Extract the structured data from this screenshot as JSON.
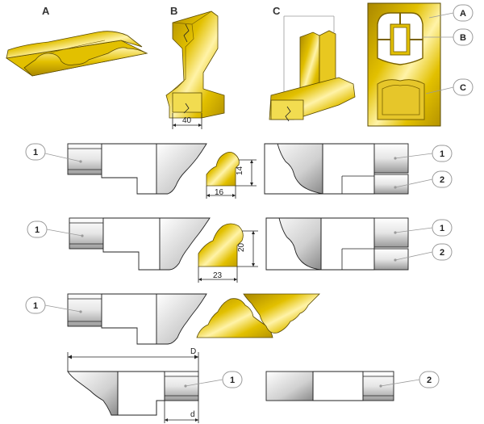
{
  "colors": {
    "wood": "#e2c000",
    "wood_light": "#fff3a8",
    "wood_dark": "#a98700",
    "grey": "#c8c8c8",
    "grey_dark": "#7f7f7f",
    "line": "#222222",
    "leader": "#9a9a9a"
  },
  "top_row": {
    "label_a": "A",
    "label_b": "B",
    "label_c": "C"
  },
  "door": {
    "callout_a": "A",
    "callout_b": "B",
    "callout_c": "C"
  },
  "row1": {
    "left_callout": "1",
    "right_callout_1": "1",
    "right_callout_2": "2",
    "profile_height": "14",
    "profile_width": "16"
  },
  "row2": {
    "left_callout": "1",
    "right_callout_1": "1",
    "right_callout_2": "2",
    "profile_height": "20",
    "profile_width": "23"
  },
  "row3": {
    "left_callout": "1"
  },
  "row4": {
    "callout_1": "1",
    "callout_2": "2",
    "dim_D": "D",
    "dim_d": "d"
  }
}
